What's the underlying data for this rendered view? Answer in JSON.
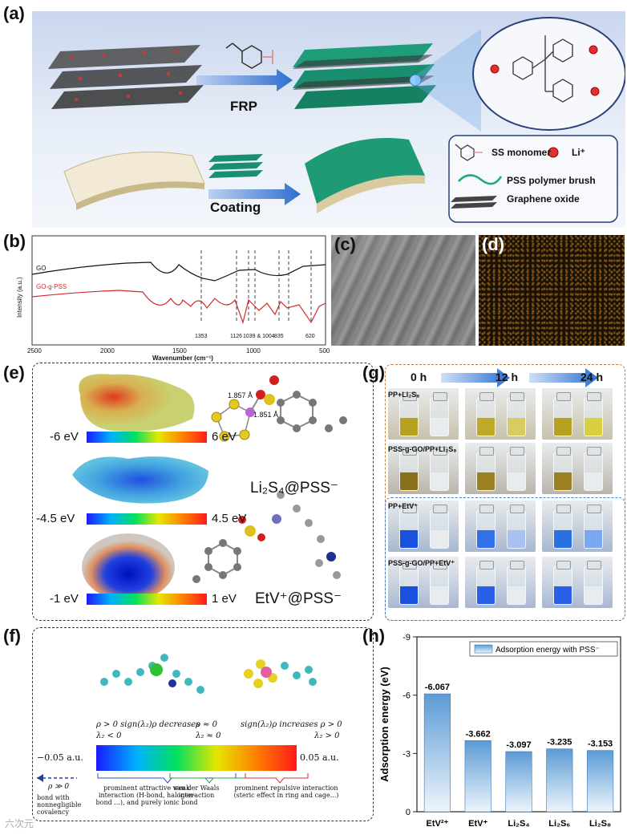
{
  "panels": {
    "a": "(a)",
    "b": "(b)",
    "c": "(c)",
    "d": "(d)",
    "e": "(e)",
    "f": "(f)",
    "g": "(g)",
    "h": "(h)"
  },
  "panel_a": {
    "frp_label": "FRP",
    "coating_label": "Coating",
    "legend": {
      "ss_monomer": "SS monomer",
      "li": "Li⁺",
      "pss_brush": "PSS polymer brush",
      "graphene_oxide": "Graphene oxide"
    }
  },
  "panel_b": {
    "ylabel": "Intensity (a.u.)",
    "xlabel": "Wavenumber (cm⁻¹)",
    "series_labels": [
      "GO",
      "GO-g-PSS"
    ],
    "x_ticks": [
      "2500",
      "2000",
      "1500",
      "1000",
      "500"
    ],
    "peak_labels": [
      "1353",
      "1126",
      "1039 & 1004",
      "835",
      "620"
    ],
    "colors": {
      "go": "#111111",
      "go_g_pss": "#d62a2a"
    }
  },
  "panel_e": {
    "scale_1": {
      "min": "-6 eV",
      "max": "6 eV"
    },
    "scale_2": {
      "min": "-4.5 eV",
      "max": "4.5 eV"
    },
    "scale_3": {
      "min": "-1 eV",
      "max": "1 eV"
    },
    "bond_1": "1.857 Å",
    "bond_2": "1.851 Å",
    "label_top": "Li₂S₄@PSS⁻",
    "label_bottom": "EtV⁺@PSS⁻"
  },
  "panel_f": {
    "left_cond": "ρ > 0   sign(λ₂)ρ decreases",
    "left_sub": "λ₂ < 0",
    "mid_cond": "ρ ≈ 0",
    "mid_sub": "λ₂ ≈ 0",
    "right_cond": "sign(λ₂)ρ increases   ρ > 0",
    "right_sub": "λ₂ > 0",
    "scale_min": "−0.05 a.u.",
    "scale_max": "0.05 a.u.",
    "far_left": "ρ ≫ 0",
    "bond_text": "bond with nonnegligible covalency",
    "attractive": "prominent attractive weak interaction (H-bond, halogen-bond ...), and purely ionic bond",
    "vdw": "van der Waals interaction",
    "repulsive": "prominent repulsive interaction (steric effect in ring and cage...)"
  },
  "panel_g": {
    "times": [
      "0 h",
      "12 h",
      "24 h"
    ],
    "rows": [
      "PP+Li₂S₈",
      "PSS-g-GO/PP+Li₂S₈",
      "PP+EtV⁺",
      "PSS-g-GO/PP+EtV⁺"
    ]
  },
  "chart_data": {
    "type": "bar",
    "categories": [
      "EtV²⁺",
      "EtV⁺",
      "Li₂S₄",
      "Li₂S₆",
      "Li₂S₈"
    ],
    "values": [
      -6.067,
      -3.662,
      -3.097,
      -3.235,
      -3.153
    ],
    "value_labels": [
      "-6.067",
      "-3.662",
      "-3.097",
      "-3.235",
      "-3.153"
    ],
    "ylabel": "Adsorption energy (eV)",
    "ylim": [
      0,
      -9
    ],
    "y_ticks": [
      "0",
      "-3",
      "-6",
      "-9"
    ],
    "legend": "Adsorption energy with PSS⁻",
    "legend_position": "top-right",
    "bar_color": "#5b9bd5"
  },
  "watermark": "六次元"
}
